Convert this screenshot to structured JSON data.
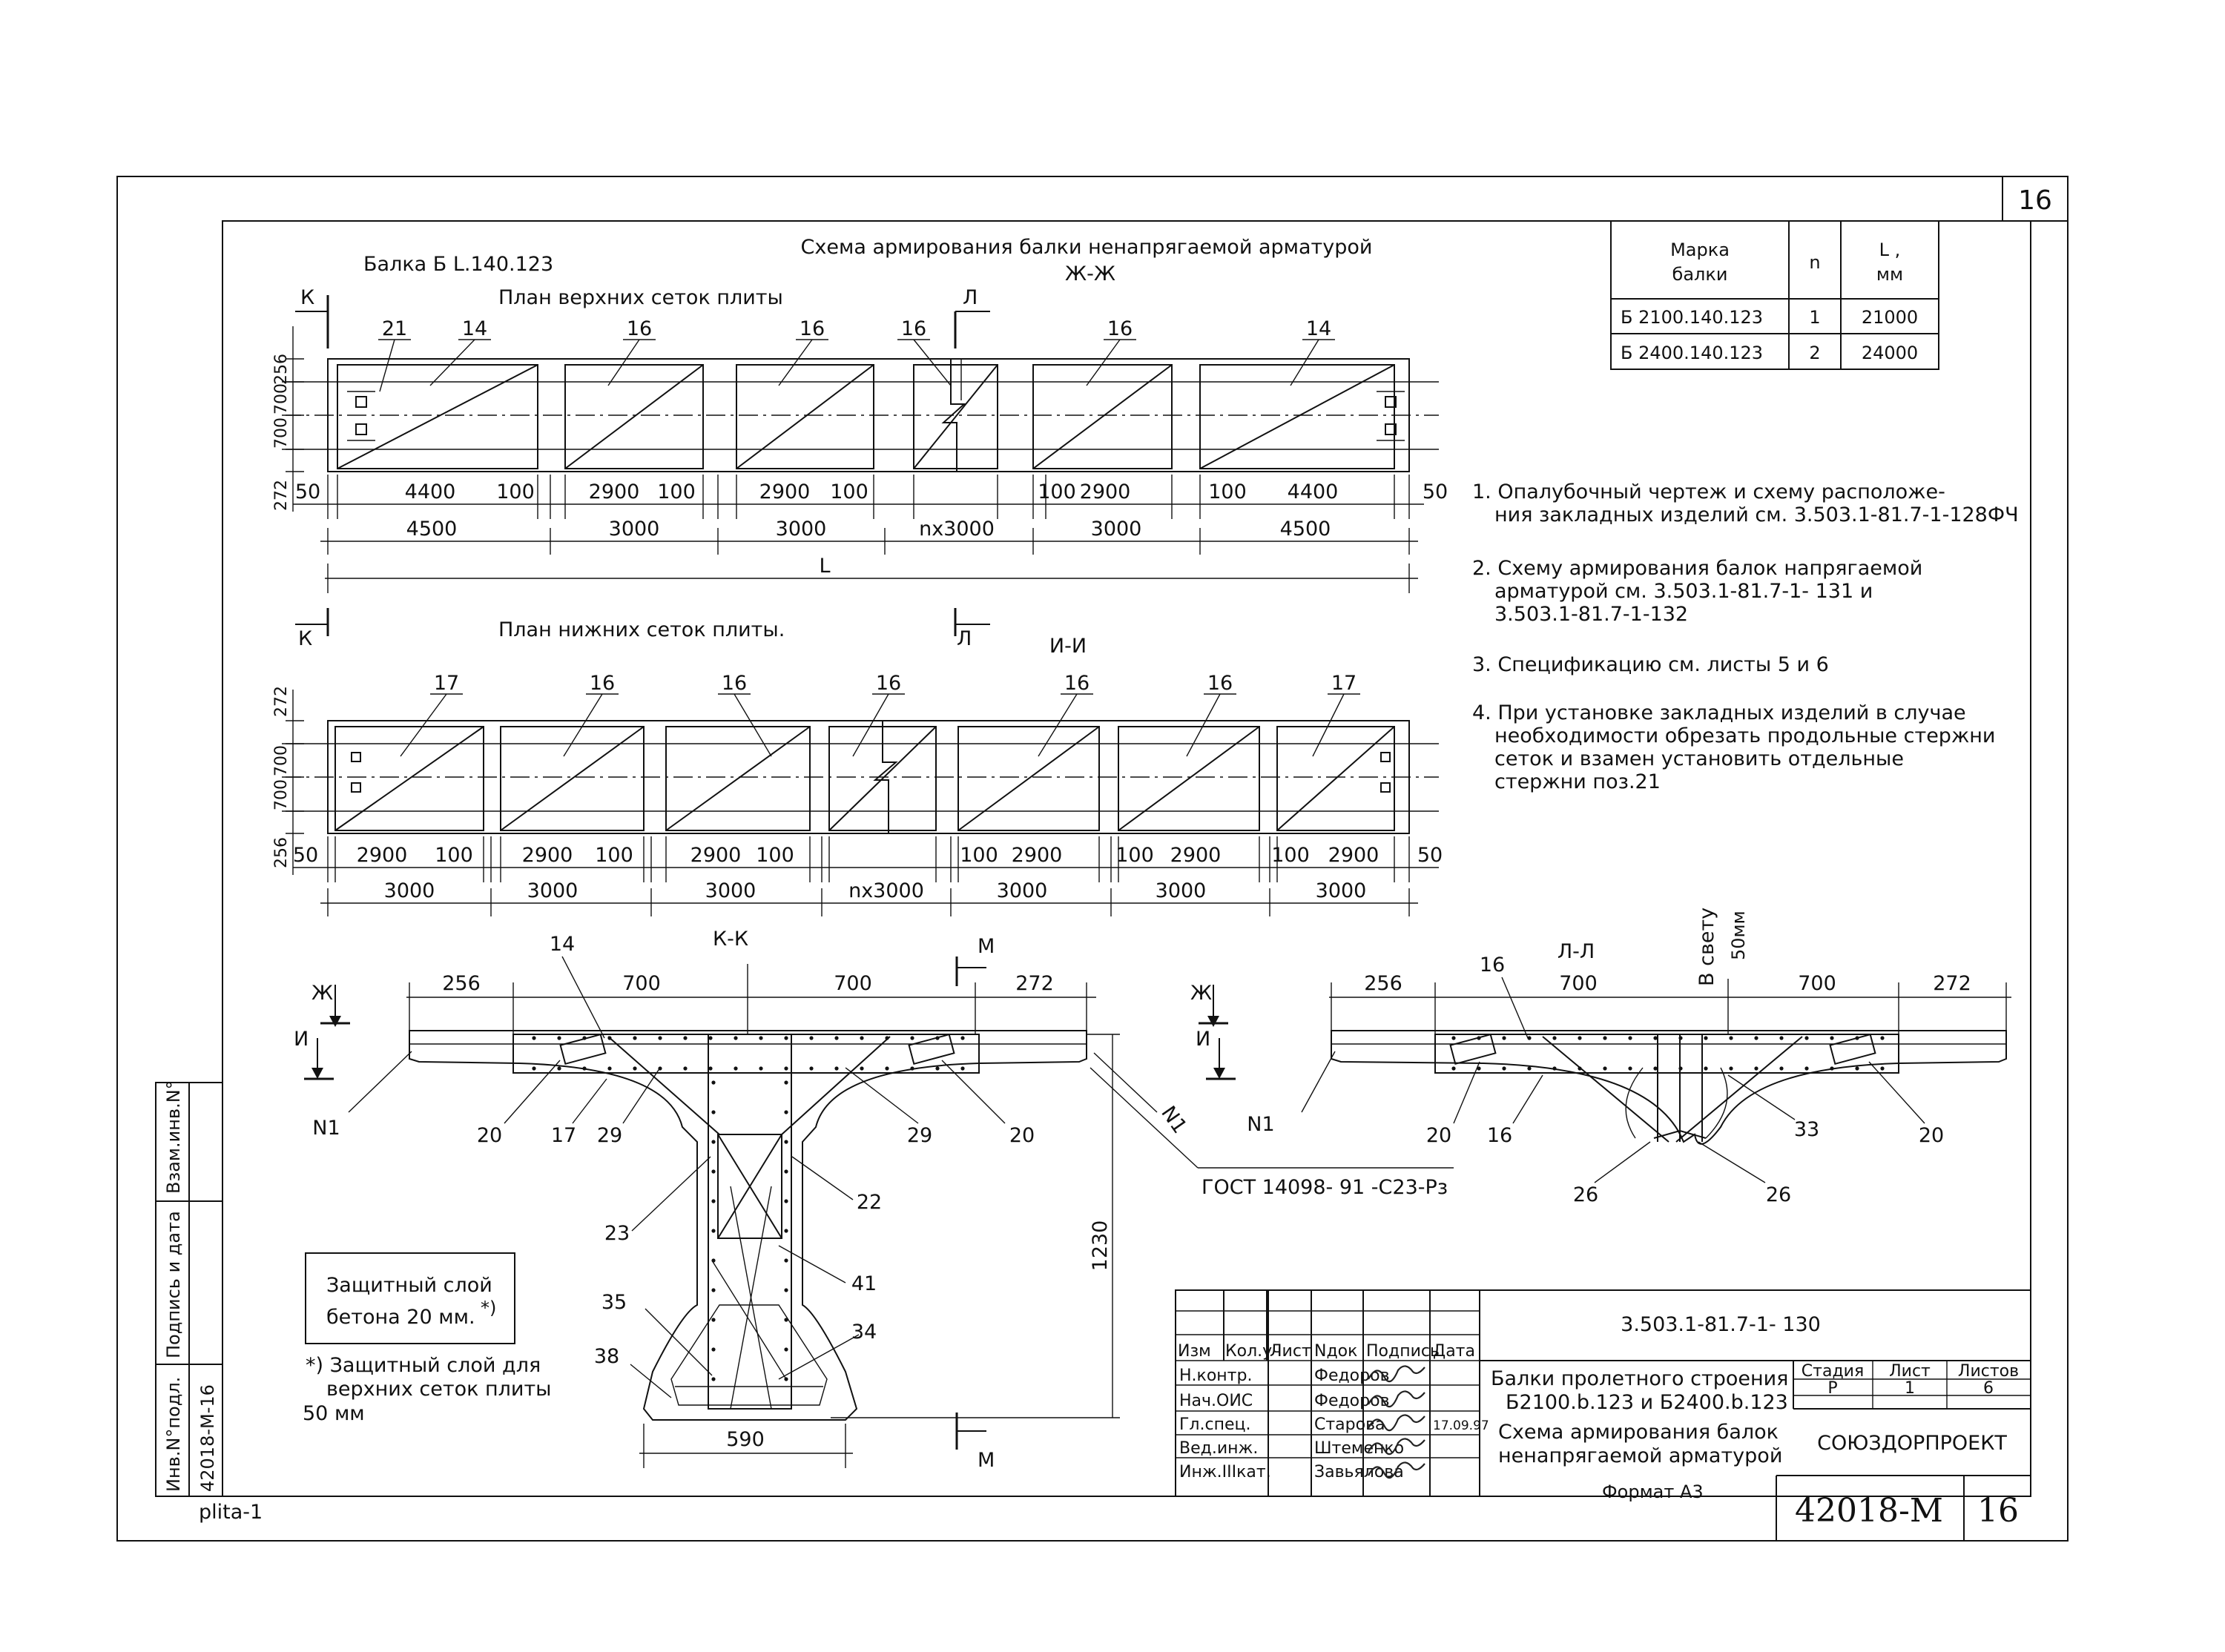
{
  "sheet": {
    "corner_number": "16",
    "main_title": "Схема армирования балки ненапрягаемой арматурой",
    "beam_title": "Балка Б L.140.123",
    "file_name": "plita-1",
    "format": "Формат А3",
    "side_labels": {
      "inv_podl": "Инв.N°подл.",
      "podpis_data": "Подпись и дата",
      "vzam_inv": "Взам.инв.N°",
      "inv_number": "42018-M-16"
    }
  },
  "views": {
    "plan_top": {
      "section_label": "Ж-Ж",
      "title": "План верхних сеток плиты",
      "cut_k": "К",
      "cut_l": "Л",
      "vertical_dims": [
        "256",
        "700",
        "700",
        "272"
      ],
      "callouts": [
        "21",
        "14",
        "16",
        "16",
        "16",
        "16",
        "14"
      ],
      "dims_row1": [
        "50",
        "4400",
        "100",
        "2900",
        "100",
        "2900",
        "100",
        "100",
        "2900",
        "100",
        "4400",
        "50"
      ],
      "dims_row2": [
        "4500",
        "3000",
        "3000",
        "nx3000",
        "3000",
        "4500"
      ],
      "dim_total": "L"
    },
    "plan_bottom": {
      "section_label": "И-И",
      "title": "План нижних сеток плиты.",
      "cut_k": "К",
      "cut_l": "Л",
      "vertical_dims": [
        "272",
        "700",
        "700",
        "256"
      ],
      "callouts": [
        "17",
        "16",
        "16",
        "16",
        "16",
        "16",
        "17"
      ],
      "dims_row1": [
        "50",
        "2900",
        "100",
        "2900",
        "100",
        "2900",
        "100",
        "100",
        "2900",
        "100",
        "2900",
        "100",
        "2900",
        "50"
      ],
      "dims_row2": [
        "3000",
        "3000",
        "3000",
        "nx3000",
        "3000",
        "3000",
        "3000"
      ]
    },
    "section_kk": {
      "title": "К-К",
      "cut_m": "М",
      "cut_zh": "Ж",
      "cut_i": "И",
      "dims": [
        "256",
        "700",
        "700",
        "272"
      ],
      "height": "1230",
      "bottom_width": "590",
      "callouts": [
        "14",
        "N1",
        "20",
        "17",
        "29",
        "29",
        "20",
        "N1",
        "22",
        "23",
        "41",
        "35",
        "34",
        "38"
      ],
      "gost": "ГОСТ 14098- 91 -С23-Рз"
    },
    "section_ll": {
      "title": "Л-Л",
      "clear_label": "В свету",
      "clear_value": "50мм",
      "cut_zh": "Ж",
      "cut_i": "И",
      "dims": [
        "256",
        "700",
        "700",
        "272"
      ],
      "callouts": [
        "16",
        "N1",
        "20",
        "16",
        "33",
        "20",
        "26",
        "26"
      ]
    }
  },
  "marks_table": {
    "headers": [
      "Марка балки",
      "n",
      "L, мм"
    ],
    "rows": [
      [
        "Б 2100.140.123",
        "1",
        "21000"
      ],
      [
        "Б 2400.140.123",
        "2",
        "24000"
      ]
    ]
  },
  "notes": [
    "1. Опалубочный чертеж и схему расположе-",
    "ния закладных изделий см. 3.503.1-81.7-1-128ФЧ",
    "2. Схему армирования балок напрягаемой",
    "арматурой см. 3.503.1-81.7-1- 131 и",
    "3.503.1-81.7-1-132",
    "3. Спецификацию см. листы 5 и 6",
    "4. При установке закладных изделий в случае",
    "необходимости обрезать продольные стержни",
    "сеток и взамен установить отдельные",
    "стержни поз.21"
  ],
  "cover_note": {
    "box_line1": "Защитный слой",
    "box_line2": "бетона 20 мм.",
    "box_mark": "*)",
    "foot_line1": "*) Защитный слой для",
    "foot_line2": "верхних сеток плиты",
    "foot_line3": "50 мм"
  },
  "title_block": {
    "doc_code": "3.503.1-81.7-1- 130",
    "col_headers": [
      "Изм",
      "Кол.уч",
      "Лист",
      "Nдок",
      "Подпись",
      "Дата"
    ],
    "people": [
      {
        "role": "Н.контр.",
        "name": "Федоров",
        "date": ""
      },
      {
        "role": "Нач.ОИС",
        "name": "Федоров",
        "date": ""
      },
      {
        "role": "Гл.спец.",
        "name": "Старова",
        "date": "17.09.97"
      },
      {
        "role": "Вед.инж.",
        "name": "Штеменко",
        "date": ""
      },
      {
        "role": "Инж.IIIкат.",
        "name": "Завьялова",
        "date": ""
      }
    ],
    "title_lines": [
      "Балки пролетного строения",
      "Б2100.b.123 и Б2400.b.123",
      "Схема армирования балок",
      "ненапрягаемой арматурой"
    ],
    "stage_headers": [
      "Стадия",
      "Лист",
      "Листов"
    ],
    "stage_values": [
      "Р",
      "1",
      "6"
    ],
    "organization": "СОЮЗДОРПРОЕКТ",
    "sheet_code": "42018-M",
    "sheet_number": "16"
  }
}
